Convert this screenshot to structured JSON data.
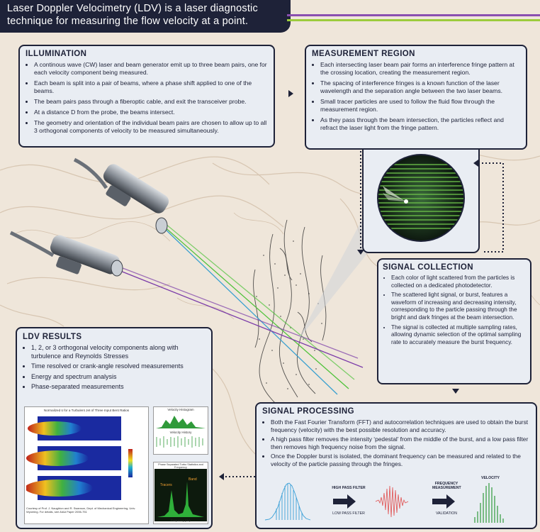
{
  "header": {
    "title_line1": "Laser Doppler Velocimetry (LDV) is a laser diagnostic",
    "title_line2": "technique for measuring the flow velocity at a point."
  },
  "colors": {
    "navy": "#1e2238",
    "panel": "#e9edf3",
    "stripe_purple": "#8a4fb0",
    "stripe_green": "#9ccc3c",
    "beam_green": "#4fc23a",
    "beam_purple": "#7a3aa8",
    "beam_blue": "#3aa0d0"
  },
  "illumination": {
    "title": "ILLUMINATION",
    "items": [
      "A continous wave (CW) laser and beam generator emit up to three beam pairs, one for each velocity component being measured.",
      "Each beam is split into a pair of beams, where a phase shift applied to one of the beams.",
      "The beam pairs pass through a fiberoptic cable, and exit the transceiver probe.",
      "At a distance D from the probe, the beams intersect.",
      "The geometry and orientation of the individual beam pairs are chosen to allow up to all 3 orthogonal components of velocity to be measured simultaneously."
    ]
  },
  "measurement": {
    "title": "MEASUREMENT REGION",
    "items": [
      "Each intersecting laser beam pair forms an interference fringe pattern at the crossing location, creating the measurement region.",
      "The spacing of interference fringes is a known function of the laser wavelength and the separation angle between the two laser beams.",
      "Small tracer particles are used to follow the fluid flow through the measurement region.",
      "As they pass through the beam intersection, the particles reflect and refract the laser light from the fringe pattern."
    ]
  },
  "signal_collection": {
    "title": "SIGNAL COLLECTION",
    "items": [
      "Each color of light scattered from the particles is collected on a dedicated photodetector.",
      "The scattered light signal, or burst, features a waveform of increasing and decreasing intensity, corresponding to the particle passing through the bright and dark fringes at the beam intersection.",
      "The signal is collected at multiple sampling rates, allowing dynamic selection of the optimal sampling rate to accurately measure the burst frequency."
    ]
  },
  "ldv_results": {
    "title": "LDV RESULTS",
    "items": [
      "1, 2, or 3 orthogonal velocity components along with turbulence and Reynolds Stresses",
      "Time resolved or crank-angle resolved measurements",
      "Energy and spectrum analysis",
      "Phase-separated measurements"
    ],
    "figure_title": "Normalized ū for a Turbulent Jet of Three Input Bent Ratios",
    "figure_credit": "Courtesy of Prof. J. Naughton and R. Swanson, Dept. of Mechanical Engineering, Univ. Wyoming. For details, see AIAA Paper 2006-751",
    "small_plot1_title": "Velocity Histogram",
    "small_plot2_title": "Velocity History",
    "dark_plot_title": "Phase Separated Turbo Statistics and Frequency",
    "dark_plot_label1": "Tracers",
    "dark_plot_label2": "Band",
    "dark_plot_xlabel": "Frequency (Hz)"
  },
  "signal_processing": {
    "title": "SIGNAL PROCESSING",
    "items": [
      "Both the Fast Fourier Transform (FFT) and autocorrelation techniques are used to obtain the burst frequency (velocity) with the best possible resolution and accuracy.",
      "A high pass filter removes the intensity ‘pedestal’ from the middle of the burst, and a low pass filter then removes high frequency noise from the signal.",
      "Once the Doppler burst is isolated, the dominant frequency can be measured and related to the velocity of the particle passing through the fringes."
    ],
    "label_high_pass": "HIGH PASS FILTER",
    "label_low_pass": "LOW PASS FILTER",
    "label_freq": "FREQUENCY MEASUREMENT",
    "label_validation": "VALIDATION",
    "label_velocity": "VELOCITY"
  }
}
